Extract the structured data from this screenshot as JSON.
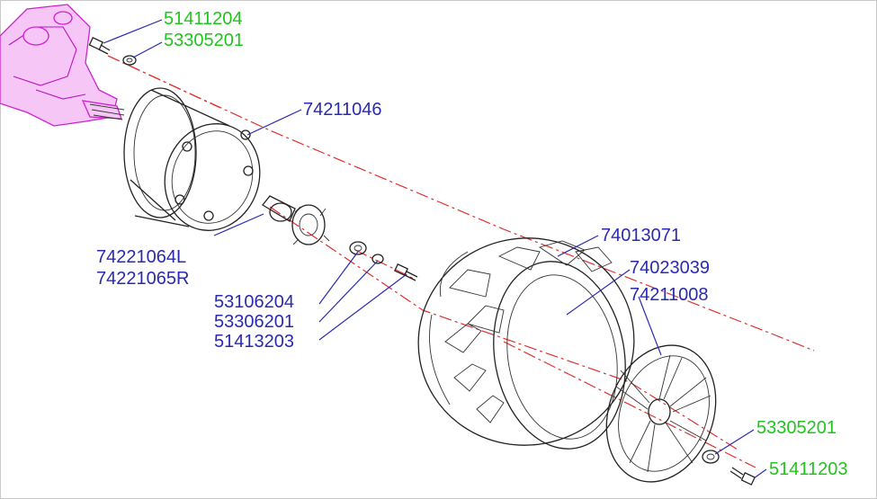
{
  "parts": {
    "bolt_top": {
      "number": "51411204",
      "color": "#22c41e"
    },
    "washer_top": {
      "number": "53305201",
      "color": "#22c41e"
    },
    "rim": {
      "number": "74211046",
      "color": "#2a2ab0"
    },
    "hub_left": {
      "number": "74221064L",
      "color": "#2a2ab0"
    },
    "hub_right": {
      "number": "74221065R",
      "color": "#2a2ab0"
    },
    "spacer": {
      "number": "53106204",
      "color": "#2a2ab0"
    },
    "washer_mid": {
      "number": "53306201",
      "color": "#2a2ab0"
    },
    "bolt_mid": {
      "number": "51413203",
      "color": "#2a2ab0"
    },
    "tire": {
      "number": "74013071",
      "color": "#2a2ab0"
    },
    "tube": {
      "number": "74023039",
      "color": "#2a2ab0"
    },
    "wheel_cover": {
      "number": "74211008",
      "color": "#2a2ab0"
    },
    "washer_bottom": {
      "number": "53305201",
      "color": "#22c41e"
    },
    "bolt_bottom": {
      "number": "51411203",
      "color": "#22c41e"
    }
  },
  "colors": {
    "axis_line": "#e03030",
    "assembly_highlight": "#d020d0",
    "label_blue": "#2a2ab0",
    "label_green": "#22c41e"
  }
}
